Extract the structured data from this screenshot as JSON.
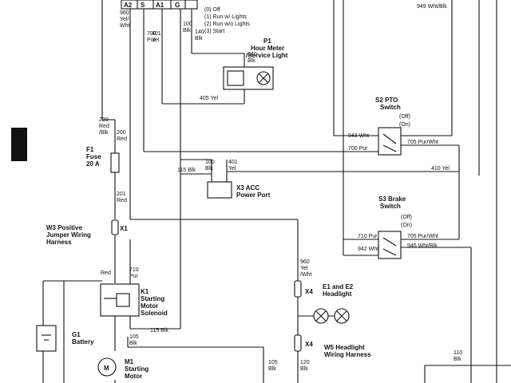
{
  "header_terminals": [
    "A2",
    "S",
    "A1",
    "G"
  ],
  "switch_positions": [
    "(0) Off",
    "(1) Run w/ Lights",
    "(2) Run w/o Lights",
    "(3) Start"
  ],
  "wires": {
    "w960_top": [
      "960",
      "Yel/",
      "Wht"
    ],
    "w700_top": [
      "700",
      "Pur"
    ],
    "w401_top": [
      "401",
      "Yel"
    ],
    "w100_top": [
      "100",
      "Blk"
    ],
    "w140_top": [
      "140",
      "Blk"
    ],
    "w949": "949 Wht/Blk",
    "w140_meter": [
      "140",
      "Blk"
    ],
    "w405": "405 Yel",
    "w220": [
      "220",
      "Red",
      "/Blk"
    ],
    "w200": [
      "200",
      "Red"
    ],
    "w201": [
      "201",
      "Red"
    ],
    "w943": "943 Wht",
    "w700_pto": "700 Pur",
    "w705_pto": "705 Pur/Wht",
    "w115_port": "115 Blk",
    "w100_port": [
      "100",
      "Blk"
    ],
    "w401_port": [
      "401",
      "Yel"
    ],
    "w410": "410 Yel",
    "w710_brake": "710 Pur",
    "w705_brake": "705 Pur/Wht",
    "w942": "942 Wht",
    "w945": "945 Wht/Blk",
    "w_red": "Red",
    "w710_sol": [
      "710",
      "Pur"
    ],
    "w960_mid": [
      "960",
      "Yel",
      "/Wht"
    ],
    "w115_sol": "115 Blk",
    "w105_left": [
      "105",
      "Blk"
    ],
    "w105_mid": [
      "105",
      "Blk"
    ],
    "w120": [
      "120",
      "Blk"
    ],
    "w110": [
      "110",
      "Blk"
    ]
  },
  "components": {
    "p1": [
      "P1",
      "Hour Meter",
      "/Service Light"
    ],
    "s2": [
      "S2 PTO",
      "Switch"
    ],
    "s2_states": [
      "(Off)",
      "(On)"
    ],
    "s3": [
      "S3 Brake",
      "Switch"
    ],
    "s3_states": [
      "(Off)",
      "(On)"
    ],
    "f1": [
      "F1",
      "Fuse",
      "20 A"
    ],
    "x1": "X1",
    "x3": [
      "X3 ACC",
      "Power Port"
    ],
    "w3": [
      "W3 Positive",
      "Jumper Wiring",
      "Harness"
    ],
    "k1": [
      "K1",
      "Starting",
      "Motor",
      "Solenoid"
    ],
    "x4_upper": "X4",
    "x4_lower": "X4",
    "e1": [
      "E1 and E2",
      "Headlight"
    ],
    "w5": [
      "W5 Headlight",
      "Wiring Harness"
    ],
    "g1": [
      "G1",
      "Battery"
    ],
    "m1": [
      "M1",
      "Starting",
      "Motor"
    ],
    "m1_symbol": "M"
  }
}
